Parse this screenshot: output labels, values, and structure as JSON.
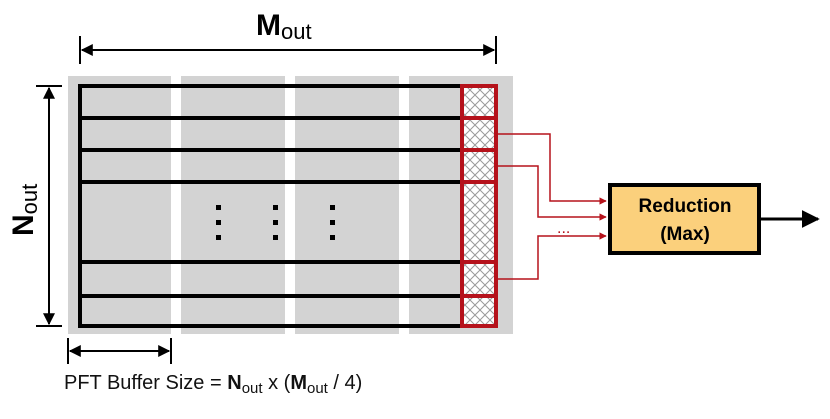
{
  "m_label": {
    "main": "M",
    "sub": "out"
  },
  "n_label": {
    "main": "N",
    "sub": "out"
  },
  "reduction_box": {
    "line1": "Reduction",
    "line2": "(Max)",
    "fill": "#fbd07c"
  },
  "ellipsis": "...",
  "colors": {
    "grey_block": "#d3d3d3",
    "highlight": "#b5121b",
    "rows": "#000000"
  },
  "caption": {
    "prefix": "PFT Buffer Size = ",
    "n_main": "N",
    "n_sub": "out",
    "mid": " x (",
    "m_main": "M",
    "m_sub": "out",
    "suffix": " / 4)"
  }
}
